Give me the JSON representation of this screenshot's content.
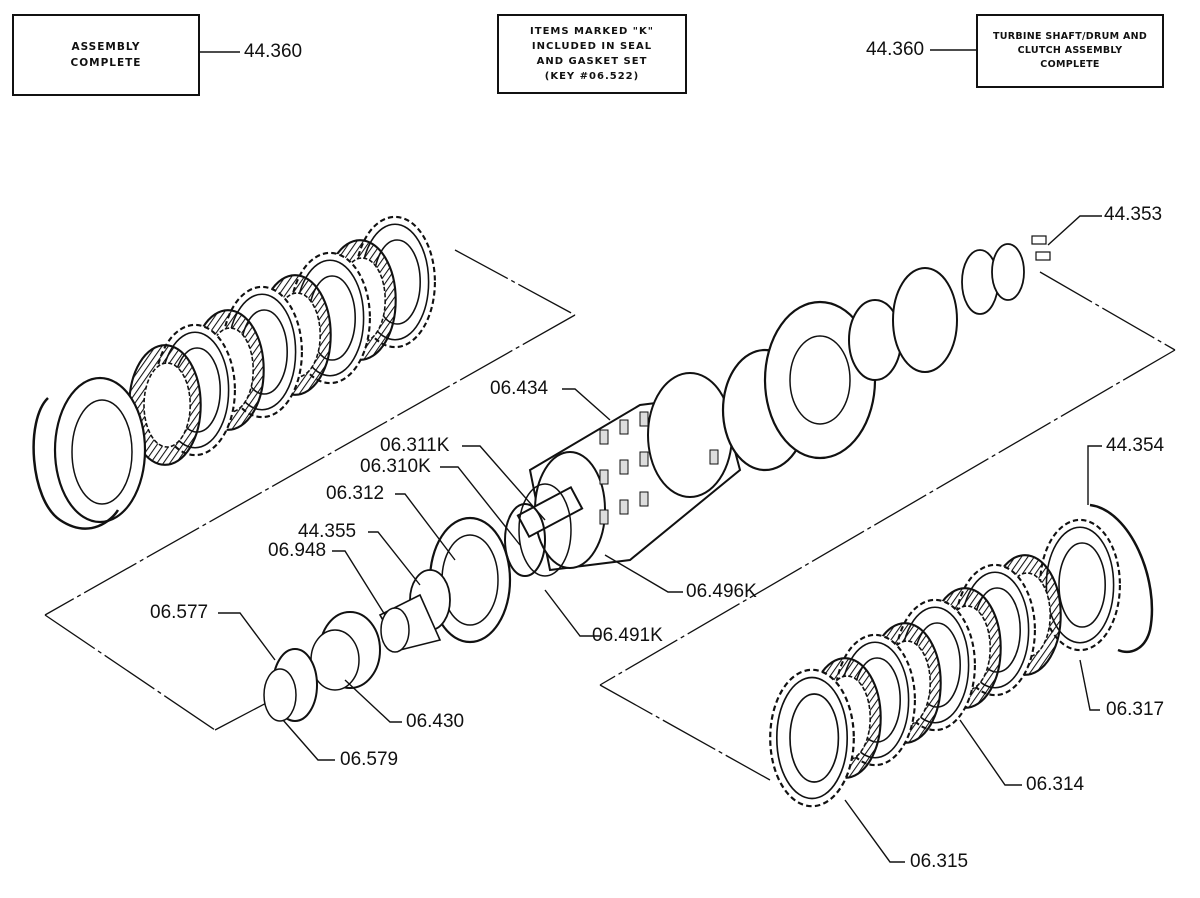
{
  "notes": {
    "assembly_complete": "ASSEMBLY\nCOMPLETE",
    "items_marked_k": "ITEMS MARKED \"K\"\nINCLUDED IN SEAL\nAND GASKET SET\n(KEY #06.522)",
    "turbine_shaft": "TURBINE SHAFT/DRUM AND\nCLUTCH ASSEMBLY\nCOMPLETE"
  },
  "callouts": {
    "assembly_ref": "44.360",
    "turbine_ref": "44.360",
    "c44_353": "44.353",
    "c06_434": "06.434",
    "c06_311K": "06.311K",
    "c06_310K": "06.310K",
    "c06_312": "06.312",
    "c44_355": "44.355",
    "c06_948": "06.948",
    "c06_577": "06.577",
    "c06_430": "06.430",
    "c06_579": "06.579",
    "c06_496K": "06.496K",
    "c06_491K": "06.491K",
    "c44_354": "44.354",
    "c06_317": "06.317",
    "c06_314": "06.314",
    "c06_315": "06.315"
  },
  "colors": {
    "ink": "#111111",
    "paper": "#ffffff",
    "shade": "#444444"
  }
}
